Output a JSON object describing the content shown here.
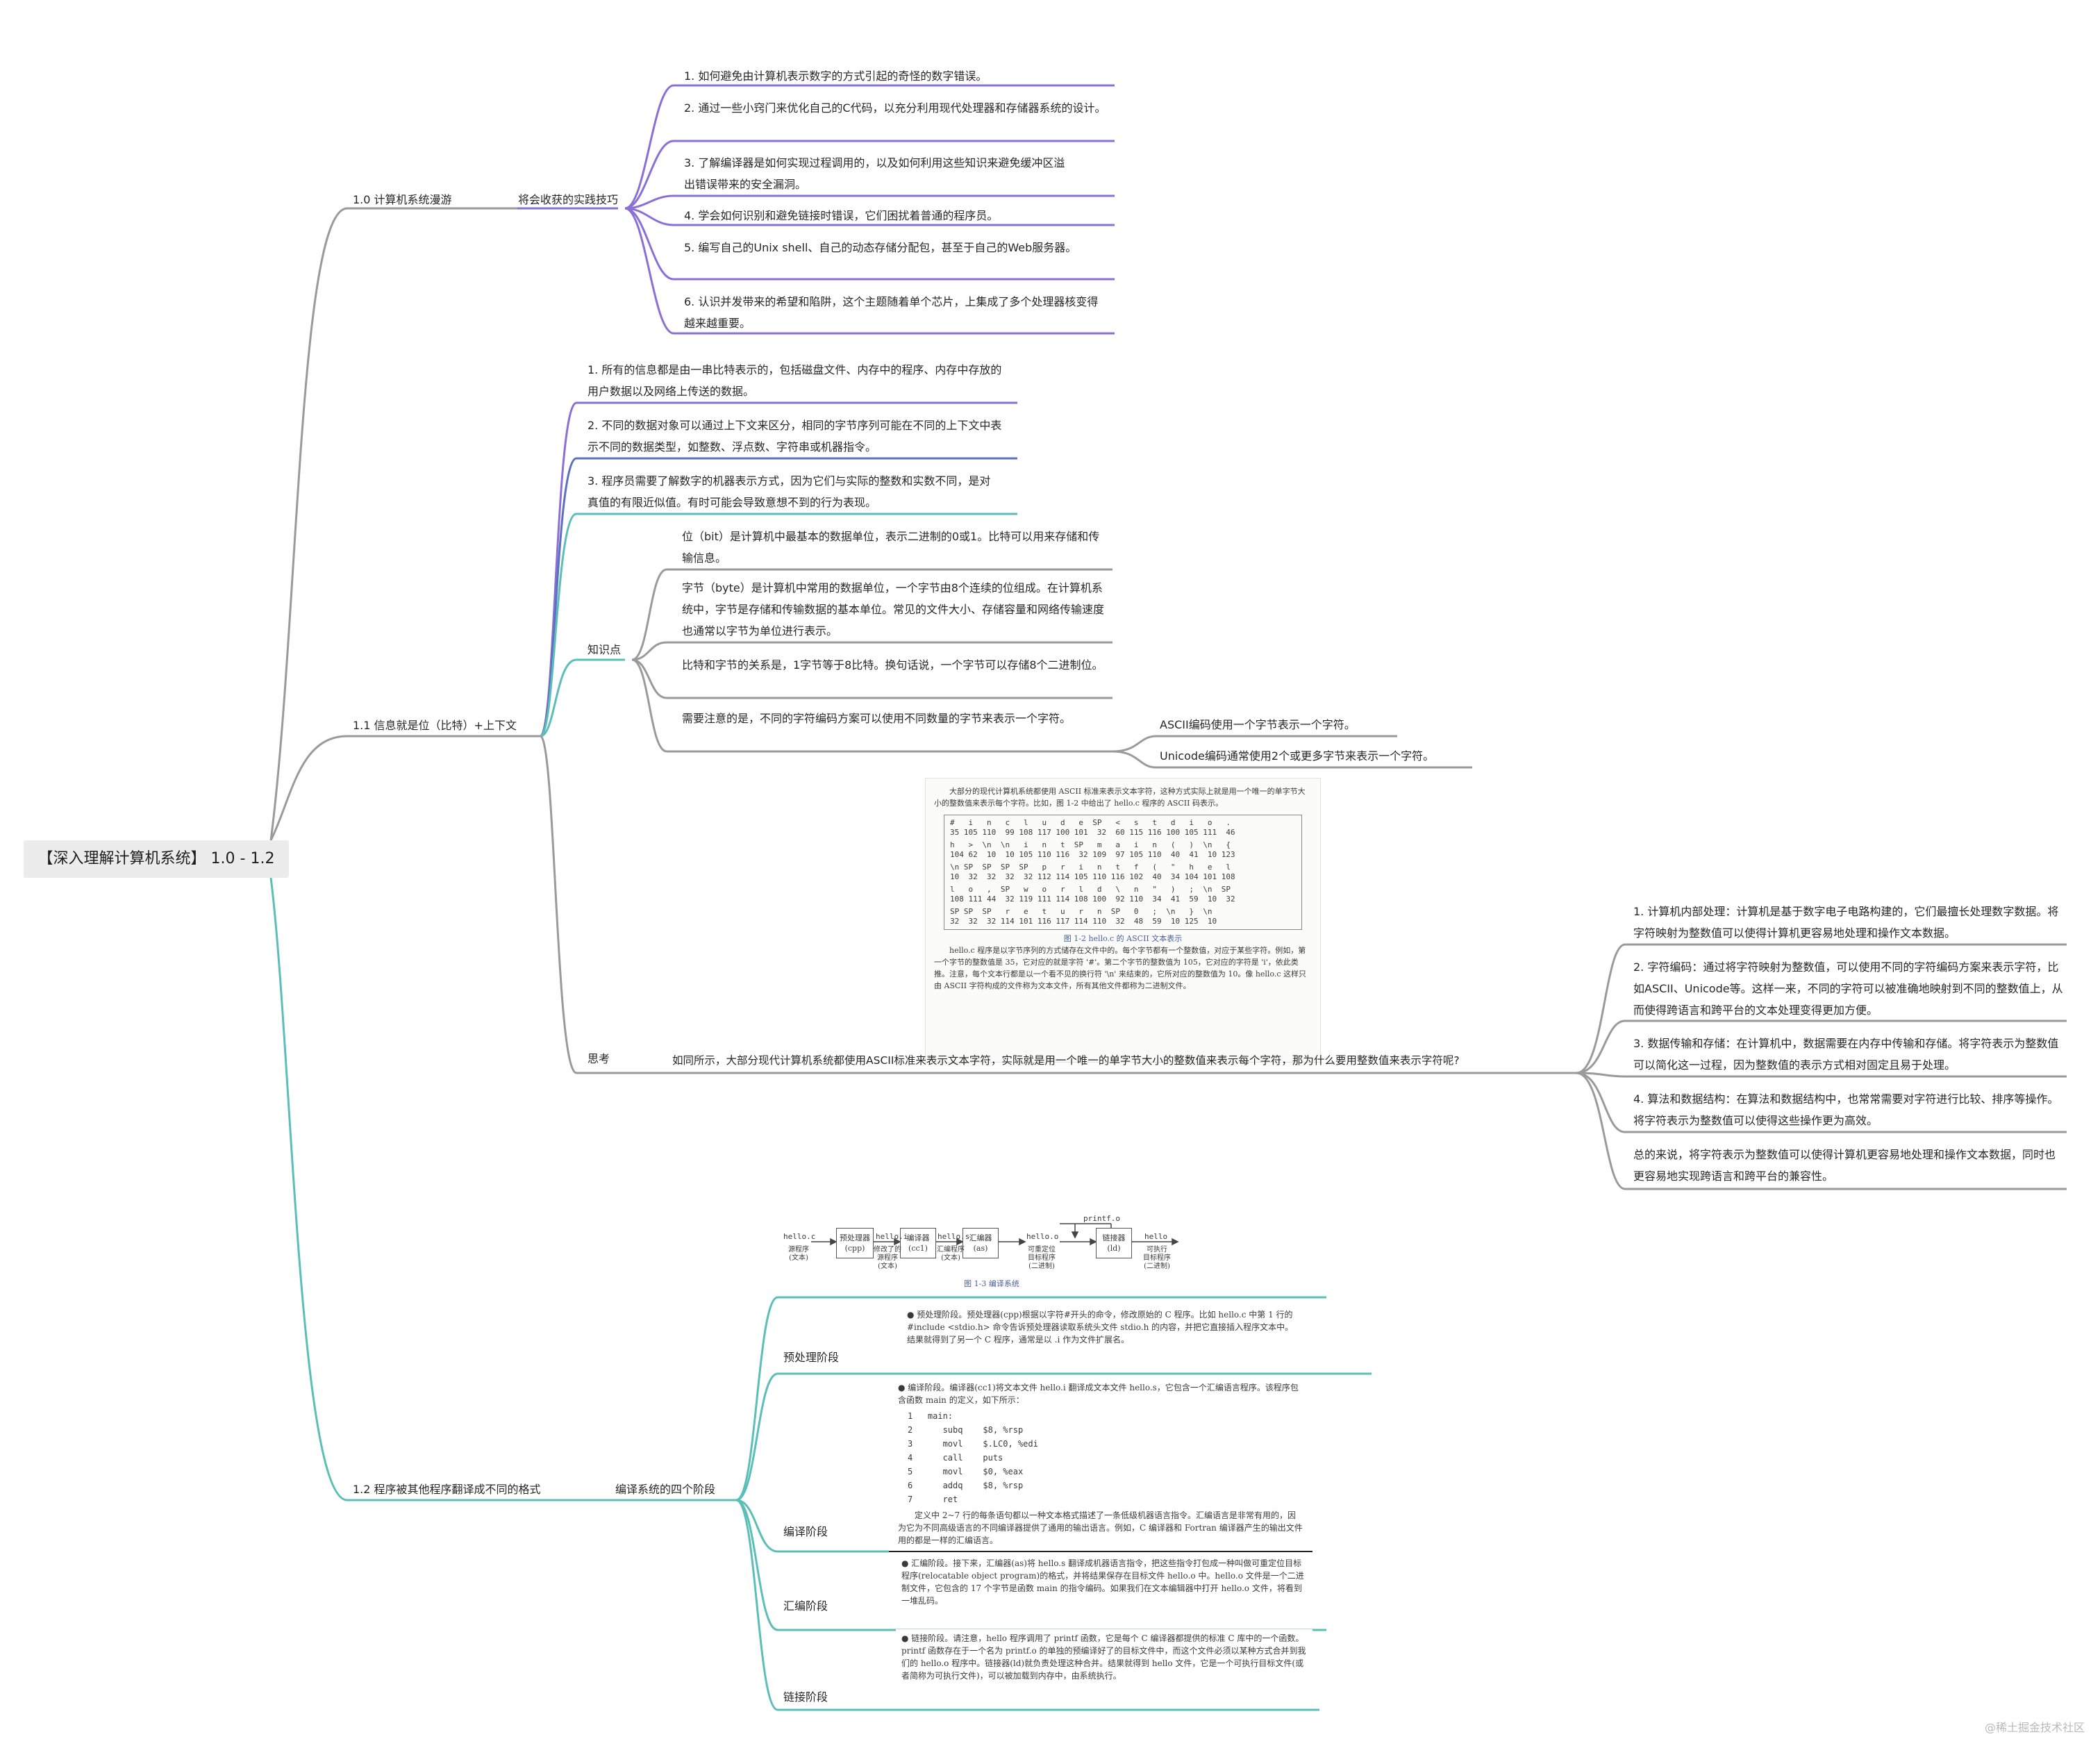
{
  "root": "【深入理解计算机系统】 1.0 - 1.2",
  "s10": {
    "label": "1.0 计算机系统漫游",
    "group": "将会收获的实践技巧",
    "items": [
      "1. 如何避免由计算机表示数字的方式引起的奇怪的数字错误。",
      "2. 通过一些小窍门来优化自己的C代码，以充分利用现代处理器和存储器系统的设计。",
      "3. 了解编译器是如何实现过程调用的，以及如何利用这些知识来避免缓冲区溢出错误带来的安全漏洞。",
      "4. 学会如何识别和避免链接时错误，它们困扰着普通的程序员。",
      "5. 编写自己的Unix shell、自己的动态存储分配包，甚至于自己的Web服务器。",
      "6. 认识并发带来的希望和陷阱，这个主题随着单个芯片，上集成了多个处理器核变得越来越重要。"
    ]
  },
  "s11": {
    "label": "1.1 信息就是位（比特）+上下文",
    "items": [
      "1. 所有的信息都是由一串比特表示的，包括磁盘文件、内存中的程序、内存中存放的用户数据以及网络上传送的数据。",
      "2. 不同的数据对象可以通过上下文来区分，相同的字节序列可能在不同的上下文中表示不同的数据类型，如整数、浮点数、字符串或机器指令。",
      "3. 程序员需要了解数字的机器表示方式，因为它们与实际的整数和实数不同，是对真值的有限近似值。有时可能会导致意想不到的行为表现。"
    ],
    "knowledge_label": "知识点",
    "knowledge": [
      "位（bit）是计算机中最基本的数据单位，表示二进制的0或1。比特可以用来存储和传输信息。",
      "字节（byte）是计算机中常用的数据单位，一个字节由8个连续的位组成。在计算机系统中，字节是存储和传输数据的基本单位。常见的文件大小、存储容量和网络传输速度也通常以字节为单位进行表示。",
      "比特和字节的关系是，1字节等于8比特。换句话说，一个字节可以存储8个二进制位。",
      "需要注意的是，不同的字符编码方案可以使用不同数量的字节来表示一个字符。"
    ],
    "encodings": [
      "ASCII编码使用一个字节表示一个字符。",
      "Unicode编码通常使用2个或更多字节来表示一个字符。"
    ],
    "think_label": "思考",
    "question": "如同所示，大部分现代计算机系统都使用ASCII标准来表示文本字符，实际就是用一个唯一的单字节大小的整数值来表示每个字符，那为什么要用整数值来表示字符呢?",
    "answers": [
      "1. 计算机内部处理：计算机是基于数字电子电路构建的，它们最擅长处理数字数据。将字符映射为整数值可以使得计算机更容易地处理和操作文本数据。",
      "2. 字符编码：通过将字符映射为整数值，可以使用不同的字符编码方案来表示字符，比如ASCII、Unicode等。这样一来，不同的字符可以被准确地映射到不同的整数值上，从而使得跨语言和跨平台的文本处理变得更加方便。",
      "3. 数据传输和存储：在计算机中，数据需要在内存中传输和存储。将字符表示为整数值可以简化这一过程，因为整数值的表示方式相对固定且易于处理。",
      "4. 算法和数据结构：在算法和数据结构中，也常常需要对字符进行比较、排序等操作。将字符表示为整数值可以使得这些操作更为高效。",
      "总的来说，将字符表示为整数值可以使得计算机更容易地处理和操作文本数据，同时也更容易地实现跨语言和跨平台的兼容性。"
    ],
    "ascii_figure": {
      "intro": "大部分的现代计算机系统都使用 ASCII 标准来表示文本字符，这种方式实际上就是用一个唯一的单字节大小的整数值来表示每个字符。比如，图 1-2 中给出了 hello.c 程序的 ASCII 码表示。",
      "rows": [
        [
          "#   i   n   c   l   u   d   e  SP   <   s   t   d   i   o   .",
          "35 105 110  99 108 117 100 101  32  60 115 116 100 105 111  46"
        ],
        [
          "h   >  \\n  \\n   i   n   t  SP   m   a   i   n   (   )  \\n   {",
          "104 62  10  10 105 110 116  32 109  97 105 110  40  41  10 123"
        ],
        [
          "\\n SP  SP  SP  SP   p   r   i   n   t   f   (   \"   h   e   l",
          "10  32  32  32  32 112 114 105 110 116 102  40  34 104 101 108"
        ],
        [
          "l   o   ,  SP   w   o   r   l   d   \\   n   \"   )   ;  \\n  SP",
          "108 111 44  32 119 111 114 108 100  92 110  34  41  59  10  32"
        ],
        [
          "SP SP  SP   r   e   t   u   r   n  SP   0   ;  \\n   }  \\n",
          "32  32  32 114 101 116 117 114 110  32  48  59  10 125  10"
        ]
      ],
      "caption": "图 1-2  hello.c 的 ASCII 文本表示",
      "body": "hello.c 程序是以字节序列的方式储存在文件中的。每个字节都有一个整数值，对应于某些字符。例如，第一个字节的整数值是 35，它对应的就是字符 '#'。第二个字节的整数值为 105，它对应的字符是 'i'，依此类推。注意，每个文本行都是以一个看不见的换行符 '\\n' 来结束的，它所对应的整数值为 10。像 hello.c 这样只由 ASCII 字符构成的文件称为文本文件，所有其他文件都称为二进制文件。"
    }
  },
  "s12": {
    "label": "1.2 程序被其他程序翻译成不同的格式",
    "group": "编译系统的四个阶段",
    "stages": [
      "预处理阶段",
      "编译阶段",
      "汇编阶段",
      "链接阶段"
    ],
    "figure": {
      "caption": "图 1-3  编译系统",
      "nodes": [
        "预处理器\n(cpp)",
        "编译器\n(cc1)",
        "汇编器\n(as)",
        "链接器\n(ld)"
      ],
      "files": [
        "hello.c",
        "hello.i",
        "hello.s",
        "hello.o",
        "hello"
      ],
      "file_notes": [
        "源程序\n(文本)",
        "修改了的\n源程序\n(文本)",
        "汇编程序\n(文本)",
        "可重定位\n目标程序\n(二进制)",
        "可执行\n目标程序\n(二进制)"
      ],
      "printf": "printf.o"
    },
    "pre_text": "● 预处理阶段。预处理器(cpp)根据以字符#开头的命令，修改原始的 C 程序。比如 hello.c 中第 1 行的#include <stdio.h> 命令告诉预处理器读取系统头文件 stdio.h 的内容，并把它直接插入程序文本中。结果就得到了另一个 C 程序，通常是以 .i 作为文件扩展名。",
    "cc_text": "● 编译阶段。编译器(cc1)将文本文件 hello.i 翻译成文本文件 hello.s，它包含一个汇编语言程序。该程序包含函数 main 的定义，如下所示：",
    "code": [
      "1   main:",
      "2      subq    $8, %rsp",
      "3      movl    $.LC0, %edi",
      "4      call    puts",
      "5      movl    $0, %eax",
      "6      addq    $8, %rsp",
      "7      ret"
    ],
    "cc_text2": "定义中 2~7 行的每条语句都以一种文本格式描述了一条低级机器语言指令。汇编语言是非常有用的，因为它为不同高级语言的不同编译器提供了通用的输出语言。例如，C 编译器和 Fortran 编译器产生的输出文件用的都是一样的汇编语言。",
    "as_text": "● 汇编阶段。接下来，汇编器(as)将 hello.s 翻译成机器语言指令，把这些指令打包成一种叫做可重定位目标程序(relocatable object program)的格式，并将结果保存在目标文件 hello.o 中。hello.o 文件是一个二进制文件，它包含的 17 个字节是函数 main 的指令编码。如果我们在文本编辑器中打开 hello.o 文件，将看到一堆乱码。",
    "ld_text": "● 链接阶段。请注意，hello 程序调用了 printf 函数，它是每个 C 编译器都提供的标准 C 库中的一个函数。printf 函数存在于一个名为 printf.o 的单独的预编译好了的目标文件中，而这个文件必须以某种方式合并到我们的 hello.o 程序中。链接器(ld)就负责处理这种合并。结果就得到 hello 文件，它是一个可执行目标文件(或者简称为可执行文件)，可以被加载到内存中，由系统执行。"
  },
  "watermark": "@稀土掘金技术社区",
  "colors": {
    "branch_gray": "#9a9a9a",
    "purple": "#8a70d6",
    "blue": "#5c6fc2",
    "teal": "#5bbfb7",
    "dark_line": "#222222"
  }
}
